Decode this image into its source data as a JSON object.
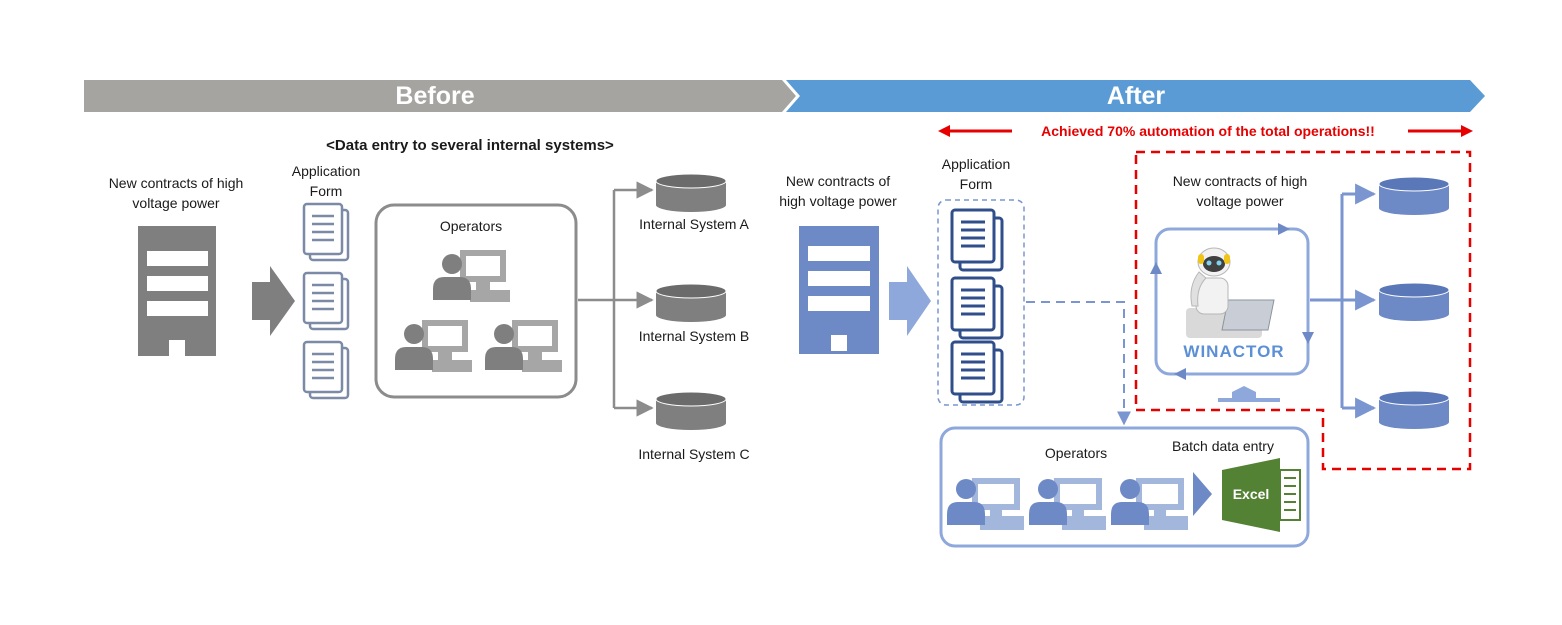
{
  "banner": {
    "before": "Before",
    "after": "After"
  },
  "before": {
    "title": "<Data entry to several internal systems>",
    "source_label": [
      "New contracts of high",
      "voltage power"
    ],
    "form_label": [
      "Application",
      "Form"
    ],
    "operators_label": "Operators",
    "systems": [
      "Internal System A",
      "Internal System B",
      "Internal System C"
    ]
  },
  "after": {
    "automation_text": "Achieved 70% automation of the total operations!!",
    "source_label": [
      "New contracts of",
      "high voltage power"
    ],
    "form_label": [
      "Application",
      "Form"
    ],
    "robot_label": [
      "New contracts of high",
      "voltage power"
    ],
    "robot_brand": "WINACTOR",
    "operators_label": "Operators",
    "batch_label": "Batch data entry",
    "excel_label": "Excel"
  },
  "colors": {
    "gray_dark": "#7f7f7f",
    "gray_light": "#a6a6a6",
    "blue_dark": "#6d89c6",
    "blue_light": "#a3b6dc",
    "banner_before": "#a6a4a1",
    "banner_after": "#5b9bd5",
    "red": "#e60000",
    "excel_green": "#548235"
  }
}
